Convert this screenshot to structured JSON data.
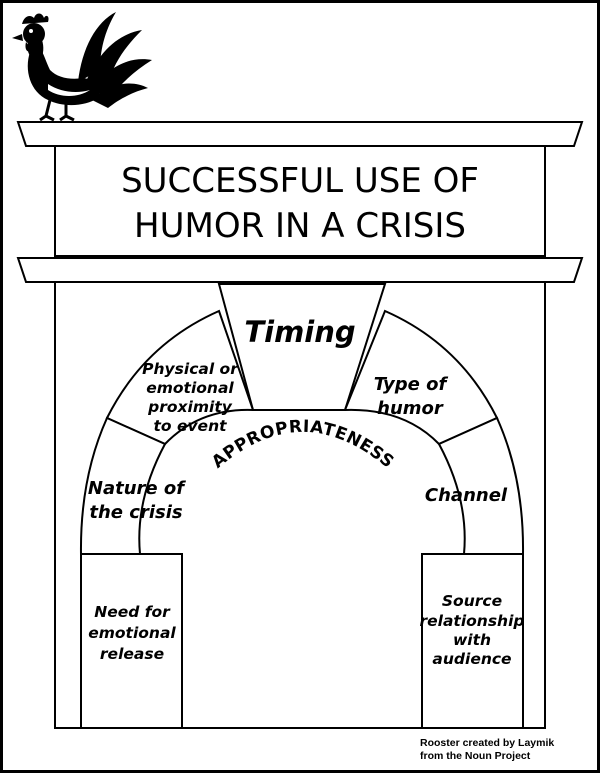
{
  "title": {
    "line1": "SUCCESSFUL USE OF",
    "line2": "HUMOR IN A CRISIS"
  },
  "keystone": "Timing",
  "arch_label": "APPROPRIATENESS",
  "left_blocks": {
    "upper": [
      "Physical or",
      "emotional",
      "proximity",
      "to event"
    ],
    "middle": [
      "Nature of",
      "the crisis"
    ],
    "lower": [
      "Need for",
      "emotional",
      "release"
    ]
  },
  "right_blocks": {
    "upper": [
      "Type of",
      "humor"
    ],
    "middle": [
      "Channel"
    ],
    "lower": [
      "Source",
      "relationship",
      "with",
      "audience"
    ]
  },
  "credit": [
    "Rooster created by Laymik",
    "from the Noun Project"
  ],
  "icons": {
    "rooster": "rooster-icon"
  },
  "colors": {
    "ink": "#000000",
    "paper": "#ffffff"
  }
}
